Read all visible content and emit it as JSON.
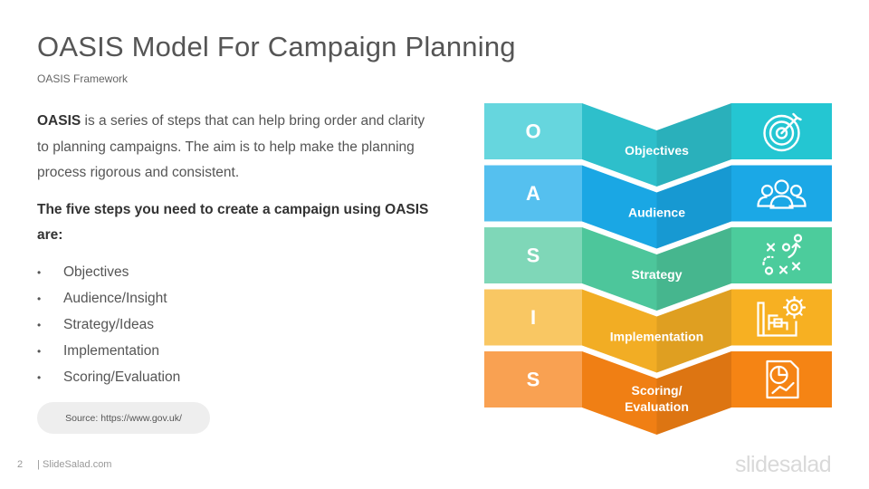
{
  "slide": {
    "title": "OASIS Model For Campaign Planning",
    "subtitle": "OASIS Framework",
    "intro_bold": "OASIS",
    "intro_rest": " is a series of steps that can help bring order and clarity to planning campaigns. The aim is to help make the planning process rigorous and consistent.",
    "steps_heading": "The five steps you need to create a campaign using OASIS are:",
    "bullets": [
      {
        "mark": "•",
        "label": "Objectives"
      },
      {
        "mark": "•",
        "label": "Audience/Insight"
      },
      {
        "mark": "•",
        "label": "Strategy/Ideas"
      },
      {
        "mark": "•",
        "label": "Implementation"
      },
      {
        "mark": "•",
        "label": "Scoring/Evaluation"
      }
    ],
    "source": "Source: https://www.gov.uk/"
  },
  "footer": {
    "page_number": "2",
    "site": "| SlideSalad.com",
    "brand": "slidesalad"
  },
  "diagram": {
    "rows": [
      {
        "letter": "O",
        "label": "Objectives",
        "icon": "target-icon",
        "colors": {
          "left": "#66d6de",
          "mid": "#2ebfcb",
          "right": "#24c6d2"
        }
      },
      {
        "letter": "A",
        "label": "Audience",
        "icon": "team-icon",
        "colors": {
          "left": "#55c0ef",
          "mid": "#1aa7e4",
          "right": "#1ba8e6"
        }
      },
      {
        "letter": "S",
        "label": "Strategy",
        "icon": "game-plan-icon",
        "colors": {
          "left": "#7fd7b8",
          "mid": "#4dc69b",
          "right": "#4ccc9c"
        }
      },
      {
        "letter": "I",
        "label": "Implementation",
        "icon": "blueprint-gear-icon",
        "colors": {
          "left": "#f9c763",
          "mid": "#f2ad24",
          "right": "#f7b022"
        }
      },
      {
        "letter": "S",
        "label_lines": [
          "Scoring/",
          "Evaluation"
        ],
        "icon": "report-chart-icon",
        "colors": {
          "left": "#f9a152",
          "mid": "#f07f14",
          "right": "#f58414"
        }
      }
    ]
  }
}
